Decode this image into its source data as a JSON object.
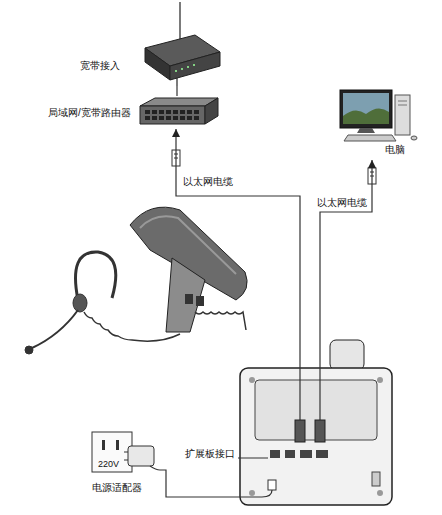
{
  "diagram": {
    "nodes": [
      {
        "text": [
          "宽带接入"
        ]
      },
      {
        "text": [
          "局域网/宽带路由器"
        ]
      },
      {
        "text": [
          "电脑"
        ]
      },
      {
        "text": [
          "扩展板接口"
        ]
      },
      {
        "text": [
          "220V"
        ]
      },
      {
        "text": [
          "电源适配器"
        ]
      }
    ],
    "edges": [
      {
        "from": 0,
        "to": 1,
        "arrow": "none"
      },
      {
        "from": 3,
        "to": 1,
        "arrow": "to",
        "label": "以太网电缆"
      },
      {
        "from": 3,
        "to": 2,
        "arrow": "to",
        "label": "以太网电缆"
      },
      {
        "from": 5,
        "to": 3,
        "arrow": "none"
      }
    ]
  }
}
